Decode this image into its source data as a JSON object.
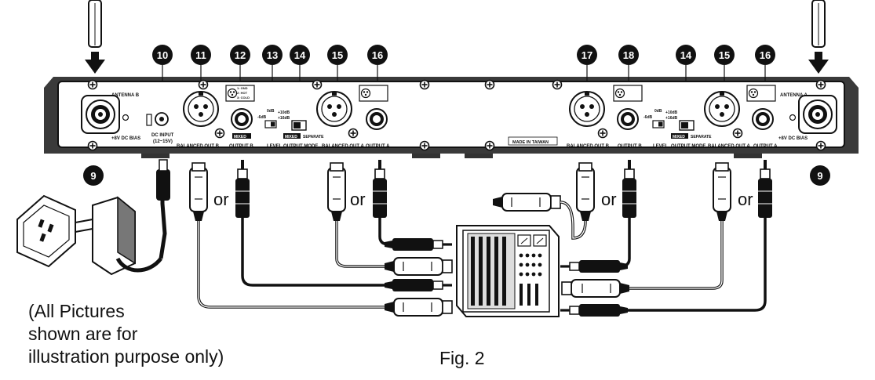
{
  "labels": {
    "antenna_b": "ANTENNA B",
    "antenna_a": "ANTENNA A",
    "dc_bias": "+8V DC BIAS",
    "dc_input": "DC INPUT",
    "dc_input_range": "(12~15V)",
    "balanced_out_b": "BALANCED OUT B",
    "balanced_out_a": "BALANCED OUT A",
    "output_b": "OUTPUT B",
    "output_a": "OUTPUT A",
    "level": "LEVEL",
    "output_mode": "OUTPUT MODE",
    "mixed": "MIXED",
    "separate": "SEPARATE",
    "made_in": "MADE IN TAIWAN",
    "level_minus6": "-6dB",
    "level_0": "0dB",
    "level_plus10": "+10dB",
    "level_plus16": "+16dB",
    "pin1": "1: GND",
    "pin2": "2: HOT",
    "pin3": "3: COLD"
  },
  "callouts": [
    "9",
    "10",
    "11",
    "12",
    "13",
    "14",
    "15",
    "16",
    "17",
    "18",
    "14",
    "15",
    "16",
    "9"
  ],
  "or_label": "or",
  "note": "(All Pictures\nshown are for\nillustration purpose only)",
  "figure_caption": "Fig. 2"
}
